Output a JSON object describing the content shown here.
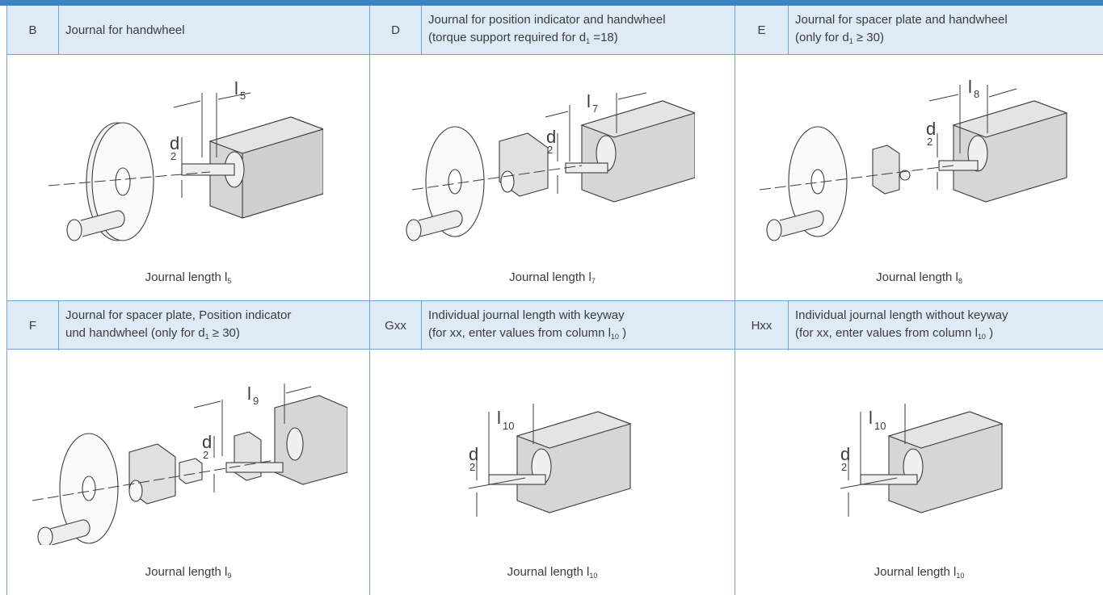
{
  "rows": [
    {
      "cells": [
        {
          "code": "B",
          "line1": "Journal for handwheel",
          "line2": "",
          "line2_sub": "",
          "line2_tail": "",
          "caption": "Journal length l",
          "caption_sub": "5",
          "dim_label": "l",
          "dim_sub": "5",
          "d_label": "d",
          "d_sub": "2"
        },
        {
          "code": "D",
          "line1": "Journal for position indicator and handwheel",
          "line2": "(torque support required for d",
          "line2_sub": "1",
          "line2_tail": " =18)",
          "caption": "Journal length l",
          "caption_sub": "7",
          "dim_label": "l",
          "dim_sub": "7",
          "d_label": "d",
          "d_sub": "2"
        },
        {
          "code": "E",
          "line1": "Journal for spacer plate and handwheel",
          "line2": "(only for d",
          "line2_sub": "1",
          "line2_tail": " ≥ 30)",
          "caption": "Journal length l",
          "caption_sub": "8",
          "dim_label": "l",
          "dim_sub": "8",
          "d_label": "d",
          "d_sub": "2"
        }
      ]
    },
    {
      "cells": [
        {
          "code": "F",
          "line1": "Journal for spacer plate, Position indicator",
          "line2": "und handwheel (only for d",
          "line2_sub": "1",
          "line2_tail": " ≥ 30)",
          "caption": "Journal length l",
          "caption_sub": "9",
          "dim_label": "l",
          "dim_sub": "9",
          "d_label": "d",
          "d_sub": "2"
        },
        {
          "code": "Gxx",
          "line1": "Individual journal length with keyway",
          "line2": "(for xx, enter values from column l",
          "line2_sub": "10",
          "line2_tail": " )",
          "caption": "Journal length l",
          "caption_sub": "10",
          "dim_label": "l",
          "dim_sub": "10",
          "d_label": "d",
          "d_sub": "2"
        },
        {
          "code": "Hxx",
          "line1": "Individual journal length without keyway",
          "line2": "(for xx, enter values from column l",
          "line2_sub": "10",
          "line2_tail": " )",
          "caption": "Journal length l",
          "caption_sub": "10",
          "dim_label": "l",
          "dim_sub": "10",
          "d_label": "d",
          "d_sub": "2"
        }
      ]
    }
  ],
  "colors": {
    "header_bg": "#deeaf6",
    "rule": "#6fa3d3",
    "accent": "#3b84c4",
    "text": "#3c3c3c"
  }
}
